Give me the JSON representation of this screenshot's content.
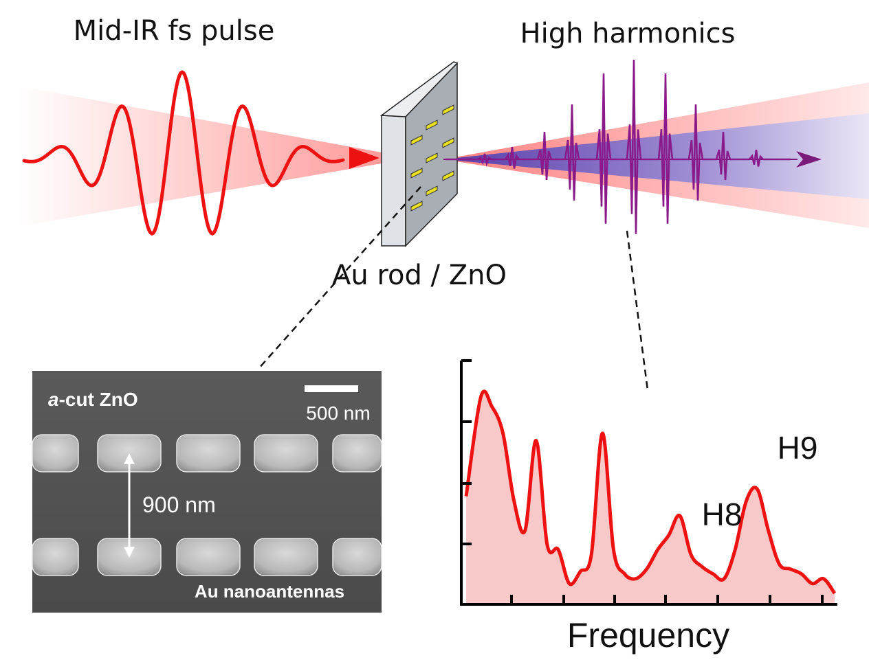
{
  "labels": {
    "input_pulse": "Mid-IR fs pulse",
    "output": "High harmonics",
    "sample": "Au rod / ZnO"
  },
  "sem": {
    "substrate": "a-cut ZnO",
    "substrate_italic": "a",
    "substrate_rest": "-cut ZnO",
    "scale_bar": "500 nm",
    "spacing": "900 nm",
    "antennas": "Au nanoantennas"
  },
  "colors": {
    "drive_beam": "#ff2a2a",
    "harmonic_beam": "#6a50c8",
    "harmonic_pulse": "#8a1a8a",
    "antenna": "#e8e020",
    "spectrum_line": "#ee1111",
    "spectrum_fill": "#f9c8c8"
  },
  "chart_data": {
    "type": "area",
    "title": "",
    "xlabel": "Frequency",
    "ylabel": "",
    "annotations": [
      "H8",
      "H9"
    ],
    "series": [
      {
        "x": [
          0.0,
          0.04,
          0.07,
          0.1,
          0.13,
          0.16,
          0.19,
          0.22,
          0.25,
          0.28,
          0.31,
          0.34,
          0.37,
          0.4,
          0.43,
          0.46,
          0.49,
          0.52,
          0.55,
          0.58,
          0.61,
          0.64,
          0.67,
          0.7,
          0.73,
          0.76,
          0.79,
          0.82,
          0.85,
          0.88,
          0.91,
          0.94,
          0.97,
          1.0
        ],
        "values": [
          0.44,
          0.85,
          0.81,
          0.7,
          0.42,
          0.3,
          0.67,
          0.24,
          0.22,
          0.08,
          0.13,
          0.2,
          0.7,
          0.22,
          0.12,
          0.1,
          0.14,
          0.22,
          0.28,
          0.36,
          0.2,
          0.15,
          0.12,
          0.1,
          0.22,
          0.42,
          0.47,
          0.3,
          0.16,
          0.14,
          0.12,
          0.08,
          0.1,
          0.04
        ]
      }
    ]
  }
}
